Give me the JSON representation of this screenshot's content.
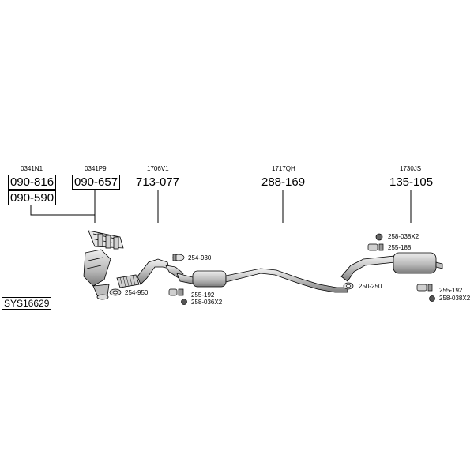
{
  "system_code": "SYS16629",
  "groups": [
    {
      "ref": "0341N1",
      "parts": [
        "090-816",
        "090-590"
      ]
    },
    {
      "ref": "0341P9",
      "parts": [
        "090-657"
      ]
    },
    {
      "ref": "1706V1",
      "parts": [
        "713-077"
      ]
    },
    {
      "ref": "1717QH",
      "parts": [
        "288-169"
      ]
    },
    {
      "ref": "1730JS",
      "parts": [
        "135-105"
      ]
    }
  ],
  "fittings": [
    "254-930",
    "254-950",
    "255-192",
    "258-036X2",
    "250-250",
    "258-038X2",
    "255-188",
    "255-192",
    "258-038X2"
  ],
  "colors": {
    "ink": "#000000",
    "part_fill": "#d8d8d8",
    "part_dark": "#9a9a9a",
    "background": "#ffffff"
  }
}
